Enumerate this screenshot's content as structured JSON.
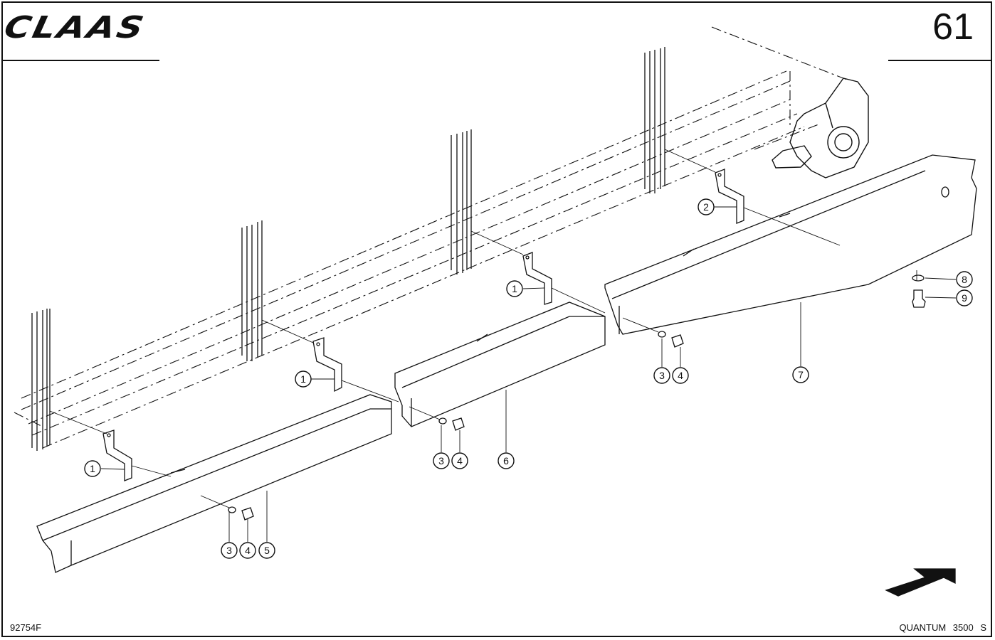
{
  "header": {
    "brand": "CLAAS",
    "page_number": "61"
  },
  "footer": {
    "drawing_id": "92754F",
    "model": "QUANTUM 3500 S"
  },
  "callouts": [
    {
      "id": "c1a",
      "label": "1"
    },
    {
      "id": "c1b",
      "label": "1"
    },
    {
      "id": "c1c",
      "label": "1"
    },
    {
      "id": "c1d",
      "label": "1"
    },
    {
      "id": "c2",
      "label": "2"
    },
    {
      "id": "c3a",
      "label": "3"
    },
    {
      "id": "c4a",
      "label": "4"
    },
    {
      "id": "c5",
      "label": "5"
    },
    {
      "id": "c3b",
      "label": "3"
    },
    {
      "id": "c4b",
      "label": "4"
    },
    {
      "id": "c6",
      "label": "6"
    },
    {
      "id": "c3c",
      "label": "3"
    },
    {
      "id": "c4c",
      "label": "4"
    },
    {
      "id": "c7",
      "label": "7"
    },
    {
      "id": "c8",
      "label": "8"
    },
    {
      "id": "c9",
      "label": "9"
    }
  ]
}
